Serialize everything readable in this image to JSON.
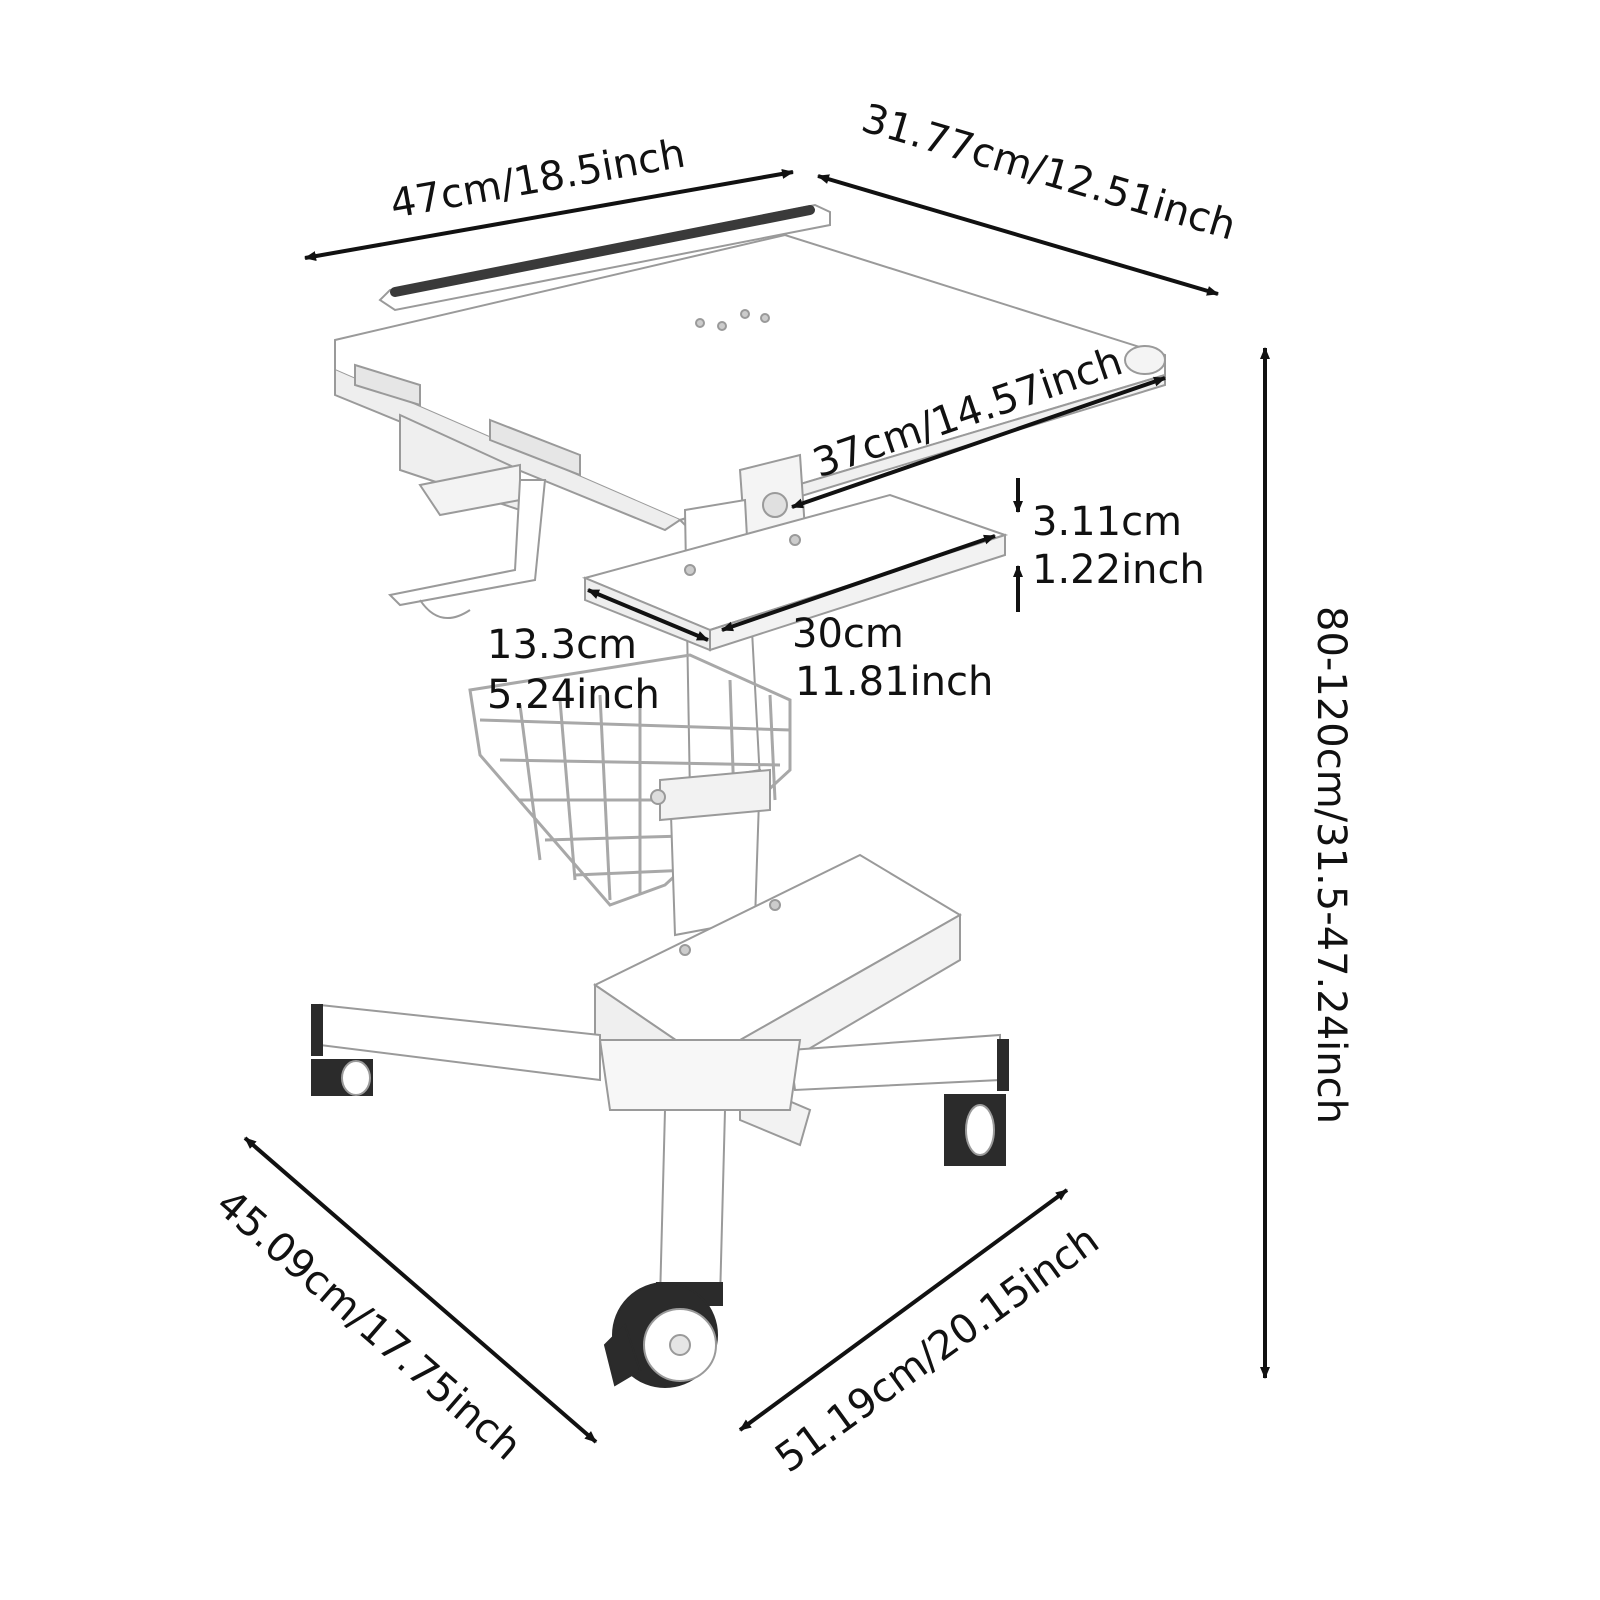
{
  "dimensions": {
    "top_width": "47cm/18.5inch",
    "top_depth": "31.77cm/12.51inch",
    "desk_width": "37cm/14.57inch",
    "tray_height_cm": "3.11cm",
    "tray_height_in": "1.22inch",
    "tray_width_cm": "30cm",
    "tray_width_in": "11.81inch",
    "tray_depth_cm": "13.3cm",
    "tray_depth_in": "5.24inch",
    "height_range": "80-120cm/31.5-47.24inch",
    "base_depth": "45.09cm/17.75inch",
    "base_width": "51.19cm/20.15inch"
  },
  "colors": {
    "line": "#111111",
    "metal": "#ffffff",
    "metal_stroke": "#9a9a9a",
    "shade": "#e9e9e9",
    "wheel": "#2b2b2b",
    "strip": "#3a3a3a"
  }
}
